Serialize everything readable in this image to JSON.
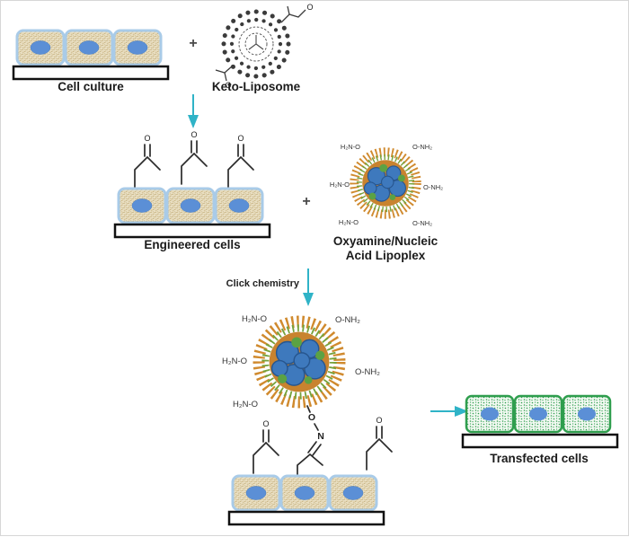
{
  "figure": {
    "labels": {
      "cell_culture": "Cell culture",
      "keto_liposome": "Keto-Liposome",
      "engineered_cells": "Engineered cells",
      "lipoplex_line1": "Oxyamine/Nucleic",
      "lipoplex_line2": "Acid Lipoplex",
      "click_chemistry": "Click chemistry",
      "transfected_cells": "Transfected cells"
    },
    "operators": {
      "plus": "+"
    },
    "chem": {
      "o": "O",
      "n": "N",
      "h2n_o": "H₂N-O",
      "o_nh2": "O-NH₂"
    },
    "colors": {
      "arrow_teal": "#2fb3c7",
      "cell_membrane_blue": "#a9cbe8",
      "cell_cytoplasm_beige": "#eae0c4",
      "nucleus_blue": "#5b8fd6",
      "transfected_green": "#2f9e4e",
      "liposome_dark": "#3b3b3b",
      "lipoplex_orange": "#d08a2e",
      "lipoplex_olive": "#76a23c",
      "lipoplex_core_blue": "#3e79bd",
      "platform_black": "#111111"
    }
  }
}
